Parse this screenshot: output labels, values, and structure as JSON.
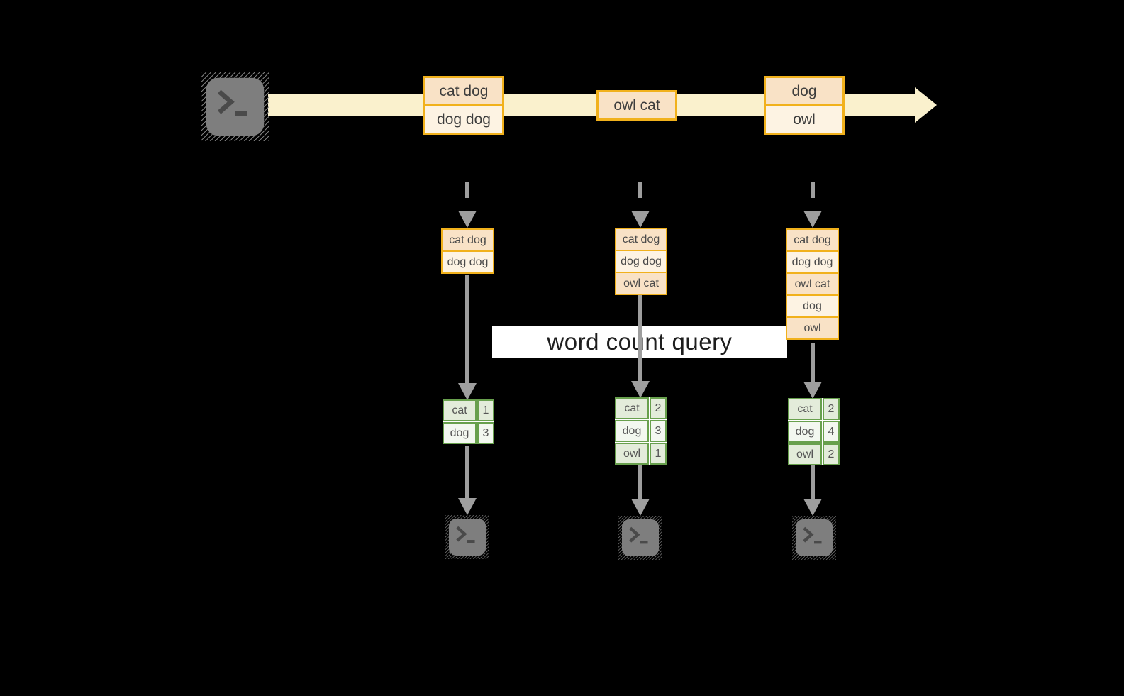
{
  "query_label": "word count query",
  "stream": {
    "source_icon": "terminal-icon",
    "batches": [
      {
        "rows": [
          "cat dog",
          "dog dog"
        ]
      },
      {
        "rows": [
          "owl cat"
        ]
      },
      {
        "rows": [
          "dog",
          "owl"
        ]
      }
    ]
  },
  "columns": [
    {
      "state": [
        "cat dog",
        "dog dog"
      ],
      "table": {
        "rows": [
          {
            "word": "cat",
            "count": "1"
          },
          {
            "word": "dog",
            "count": "3"
          }
        ]
      },
      "sink_icon": "terminal-icon"
    },
    {
      "state": [
        "cat dog",
        "dog dog",
        "owl cat"
      ],
      "table": {
        "rows": [
          {
            "word": "cat",
            "count": "2"
          },
          {
            "word": "dog",
            "count": "3"
          },
          {
            "word": "owl",
            "count": "1"
          }
        ]
      },
      "sink_icon": "terminal-icon"
    },
    {
      "state": [
        "cat dog",
        "dog dog",
        "owl cat",
        "dog",
        "owl"
      ],
      "table": {
        "rows": [
          {
            "word": "cat",
            "count": "2"
          },
          {
            "word": "dog",
            "count": "4"
          },
          {
            "word": "owl",
            "count": "2"
          }
        ]
      },
      "sink_icon": "terminal-icon"
    }
  ],
  "colors": {
    "background": "#000000",
    "stream_band": "#faf1cd",
    "orange_border": "#f1b11c",
    "orange_row_dark": "#f9e2c6",
    "orange_row_light": "#fdf3e3",
    "green_border": "#68a04d",
    "green_row_dark": "#e3ecda",
    "green_row_light": "#f3f8f0",
    "arrow_gray": "#9e9e9e",
    "terminal_gray": "#7e7e7e",
    "query_band_bg": "#ffffff",
    "text": "#3d3d3d"
  }
}
